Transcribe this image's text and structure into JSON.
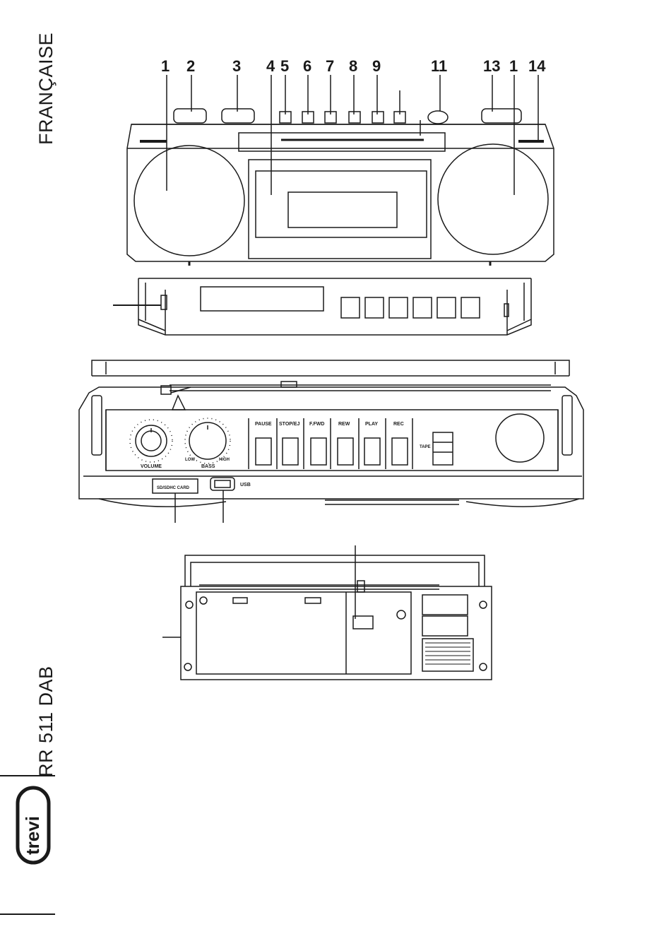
{
  "side_labels": {
    "language": "FRANÇAISE",
    "model": "RR 511 DAB"
  },
  "logo": {
    "name": "trevi-logo",
    "text": "trevi"
  },
  "front_view": {
    "callouts": [
      "1",
      "2",
      "3",
      "4",
      "5",
      "6",
      "7",
      "8",
      "9",
      "11",
      "13",
      "1",
      "14"
    ]
  },
  "control_panel": {
    "buttons": [
      "PAUSE",
      "STOP/EJ",
      "F.FWD",
      "REW",
      "PLAY",
      "REC"
    ],
    "knobs": {
      "volume": "VOLUME",
      "bass": "BASS",
      "bass_low": "LOW",
      "bass_high": "HIGH"
    },
    "switch_label": "TAPE",
    "sd_slot": "SD/SDHC CARD",
    "usb_label": "USB"
  },
  "colors": {
    "line": "#1a1a1a",
    "background": "#ffffff"
  }
}
